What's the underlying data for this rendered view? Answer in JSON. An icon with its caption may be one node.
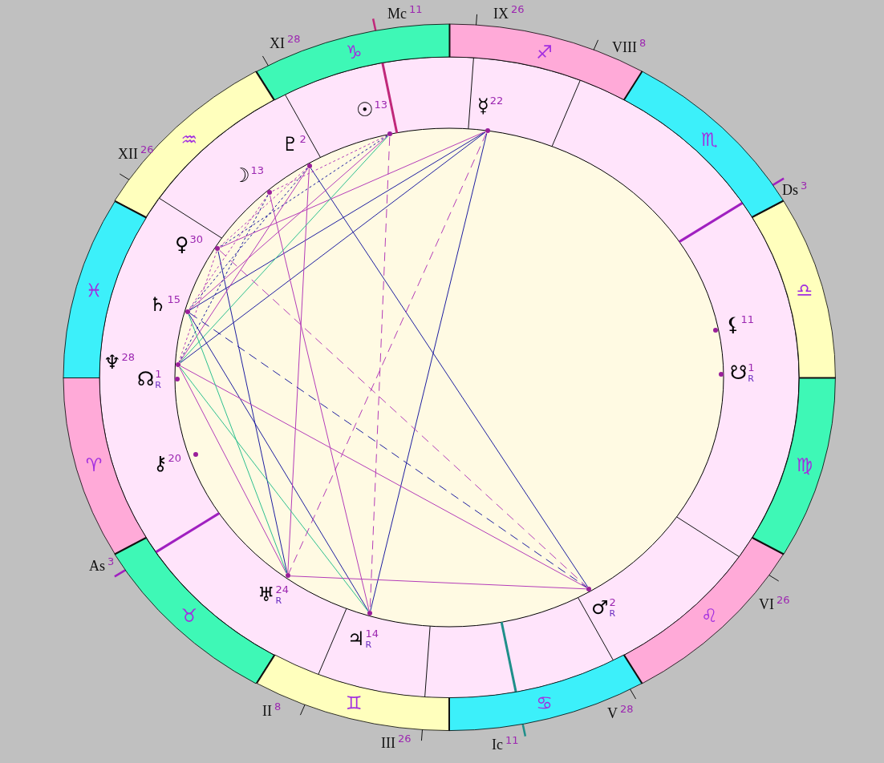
{
  "diagram": {
    "nodes": [
      {
        "text": [
          "♈"
        ]
      },
      {
        "text": [
          "♉"
        ],
        "beside": [
          "As$^{3}$"
        ]
      },
      {
        "text": [
          "♊"
        ],
        "beside": [
          "II$^{8}$",
          "III$^{26}$"
        ]
      },
      {
        "text": [
          "♋"
        ],
        "beside": [
          "V$^{28}$",
          "Ic$^{11}$"
        ]
      },
      {
        "text": [
          "♌"
        ],
        "beside": [
          "VI$^{26}$"
        ]
      },
      {
        "text": [
          "♍"
        ]
      },
      {
        "text": [
          "♎"
        ]
      },
      {
        "text": [
          "♏"
        ],
        "beside": [
          "Ds$^{3}$"
        ]
      },
      {
        "text": [
          "♐"
        ],
        "beside": [
          "IX$^{26}$",
          "VIII$^{8}$"
        ]
      },
      {
        "text": [
          "♑"
        ],
        "beside": [
          "Mc$^{11}$",
          "XI$^{28}$"
        ]
      },
      {
        "text": [
          "♒"
        ],
        "beside": [
          "XII$^{26}$"
        ]
      },
      {
        "text": [
          "♓"
        ]
      },
      {
        "text": [],
        "shape": "circle"
      },
      {
        "text": [],
        "shape": "circle"
      },
      {
        "text": [],
        "shape": "circle",
        "beside": [
          "♇$^{2}$"
        ]
      },
      {
        "text": [],
        "shape": "circle",
        "beside": [
          "☽$^{13}$"
        ]
      },
      {
        "text": [],
        "shape": "circle",
        "beside": [
          "♀$^{30}$"
        ]
      },
      {
        "text": [],
        "shape": "circle",
        "beside": [
          "♄$^{15}$"
        ]
      },
      {
        "text": [],
        "shape": "circle",
        "beside": [
          "⚸$^{11}$"
        ]
      },
      {
        "text": [],
        "shape": "circle"
      },
      {
        "text": [],
        "shape": "circle",
        "beside": [
          "☋$^{1}$$_{R}$"
        ]
      },
      {
        "text": [],
        "shape": "circle"
      },
      {
        "text": [],
        "shape": "circle",
        "beside": [
          "⚷$^{20}$"
        ]
      },
      {
        "text": [],
        "shape": "circle",
        "beside": [
          "♅$^{24}$$_{R}$"
        ]
      },
      {
        "text": [],
        "shape": "circle",
        "beside": [
          "♂$^{2}$$_{R}$"
        ]
      },
      {
        "text": [],
        "shape": "circle",
        "beside": [
          "♃$^{14}$$_{R}$"
        ]
      }
    ],
    "edges": [
      {
        "from": 12,
        "to": 19,
        "arrow": "none",
        "color": "#1e1ea0"
      },
      {
        "from": 12,
        "to": 17,
        "arrow": "none",
        "color": "#1e1ea0"
      },
      {
        "from": 12,
        "to": 25,
        "arrow": "none",
        "color": "#1e1ea0"
      },
      {
        "from": 14,
        "to": 24,
        "arrow": "none",
        "color": "#1e1ea0"
      },
      {
        "from": 16,
        "to": 23,
        "arrow": "none",
        "color": "#1e1ea0"
      },
      {
        "from": 17,
        "to": 25,
        "arrow": "none",
        "color": "#1e1ea0"
      },
      {
        "from": 12,
        "to": 16,
        "arrow": "none"
      },
      {
        "from": 23,
        "to": 24,
        "arrow": "none"
      },
      {
        "from": 19,
        "to": 24,
        "arrow": "none"
      },
      {
        "from": 19,
        "to": 23,
        "arrow": "none"
      },
      {
        "from": 15,
        "to": 25,
        "arrow": "none"
      },
      {
        "from": 14,
        "to": 23,
        "arrow": "none"
      },
      {
        "from": 13,
        "to": 17,
        "arrow": "none"
      },
      {
        "from": 14,
        "to": 19,
        "arrow": "none"
      },
      {
        "from": 13,
        "to": 19,
        "arrow": "none",
        "color": "#2cbf8e"
      },
      {
        "from": 17,
        "to": 23,
        "arrow": "none",
        "color": "#2cbf8e"
      },
      {
        "from": 19,
        "to": 25,
        "arrow": "none",
        "color": "#2cbf8e"
      },
      {
        "from": 13,
        "to": 25,
        "arrow": "none",
        "style": "dashed"
      },
      {
        "from": 12,
        "to": 23,
        "arrow": "none",
        "style": "dashed"
      },
      {
        "from": 16,
        "to": 24,
        "arrow": "none",
        "style": "dashed"
      },
      {
        "from": 17,
        "to": 24,
        "arrow": "none",
        "style": "dashed",
        "color": "#1e1ea0"
      },
      {
        "from": 13,
        "to": 15,
        "arrow": "none",
        "style": "dashed"
      },
      {
        "from": 14,
        "to": 16,
        "arrow": "none",
        "style": "dashed"
      },
      {
        "from": 15,
        "to": 17,
        "arrow": "none",
        "style": "dashed"
      },
      {
        "from": 16,
        "to": 19,
        "arrow": "none",
        "style": "dashed"
      },
      {
        "from": 13,
        "to": 16,
        "arrow": "none",
        "style": "dashed",
        "color": "#1e1ea0"
      },
      {
        "from": 14,
        "to": 17,
        "arrow": "none",
        "style": "dashed",
        "color": "#1e1ea0"
      },
      {
        "from": 15,
        "to": 19,
        "arrow": "none",
        "style": "dashed",
        "color": "#1e1ea0"
      }
    ],
    "labels": [
      "☉$^{13}$",
      "☿$^{22}$",
      "♆$^{28}$",
      "☊$^{1}$$_{R}$"
    ]
  }
}
